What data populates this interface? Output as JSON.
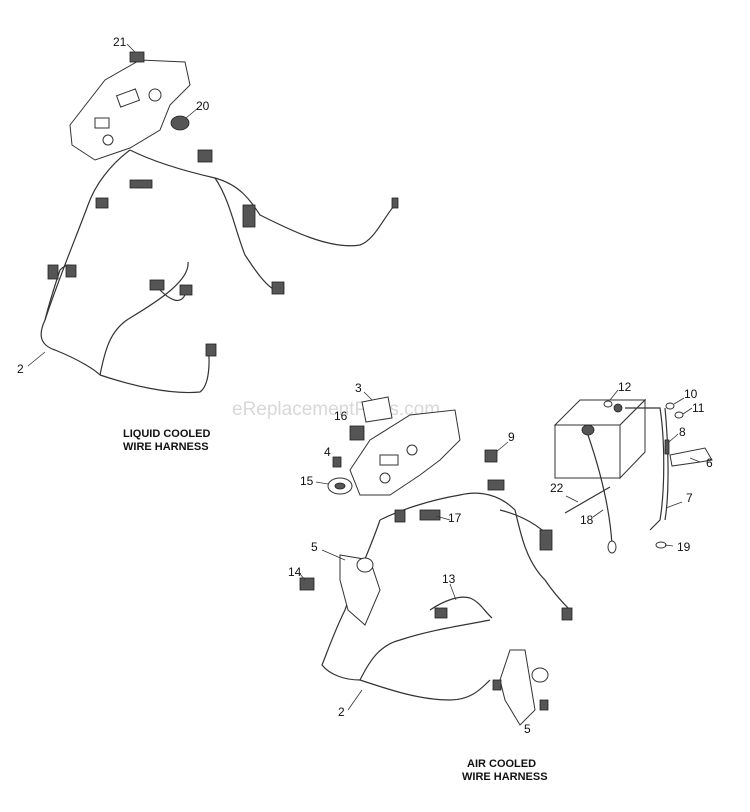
{
  "watermark": "eReplacementParts.com",
  "captions": {
    "liquid_line1": "LIQUID COOLED",
    "liquid_line2": "WIRE HARNESS",
    "air_line1": "AIR COOLED",
    "air_line2": "WIRE HARNESS"
  },
  "callouts": {
    "c21": "21",
    "c20": "20",
    "c2_liquid": "2",
    "c3": "3",
    "c16": "16",
    "c4": "4",
    "c15": "15",
    "c9": "9",
    "c17": "17",
    "c5_upper": "5",
    "c14": "14",
    "c13": "13",
    "c2_air": "2",
    "c5_lower": "5",
    "c12": "12",
    "c10": "10",
    "c11": "11",
    "c8": "8",
    "c6": "6",
    "c7": "7",
    "c22": "22",
    "c18": "18",
    "c19": "19"
  }
}
